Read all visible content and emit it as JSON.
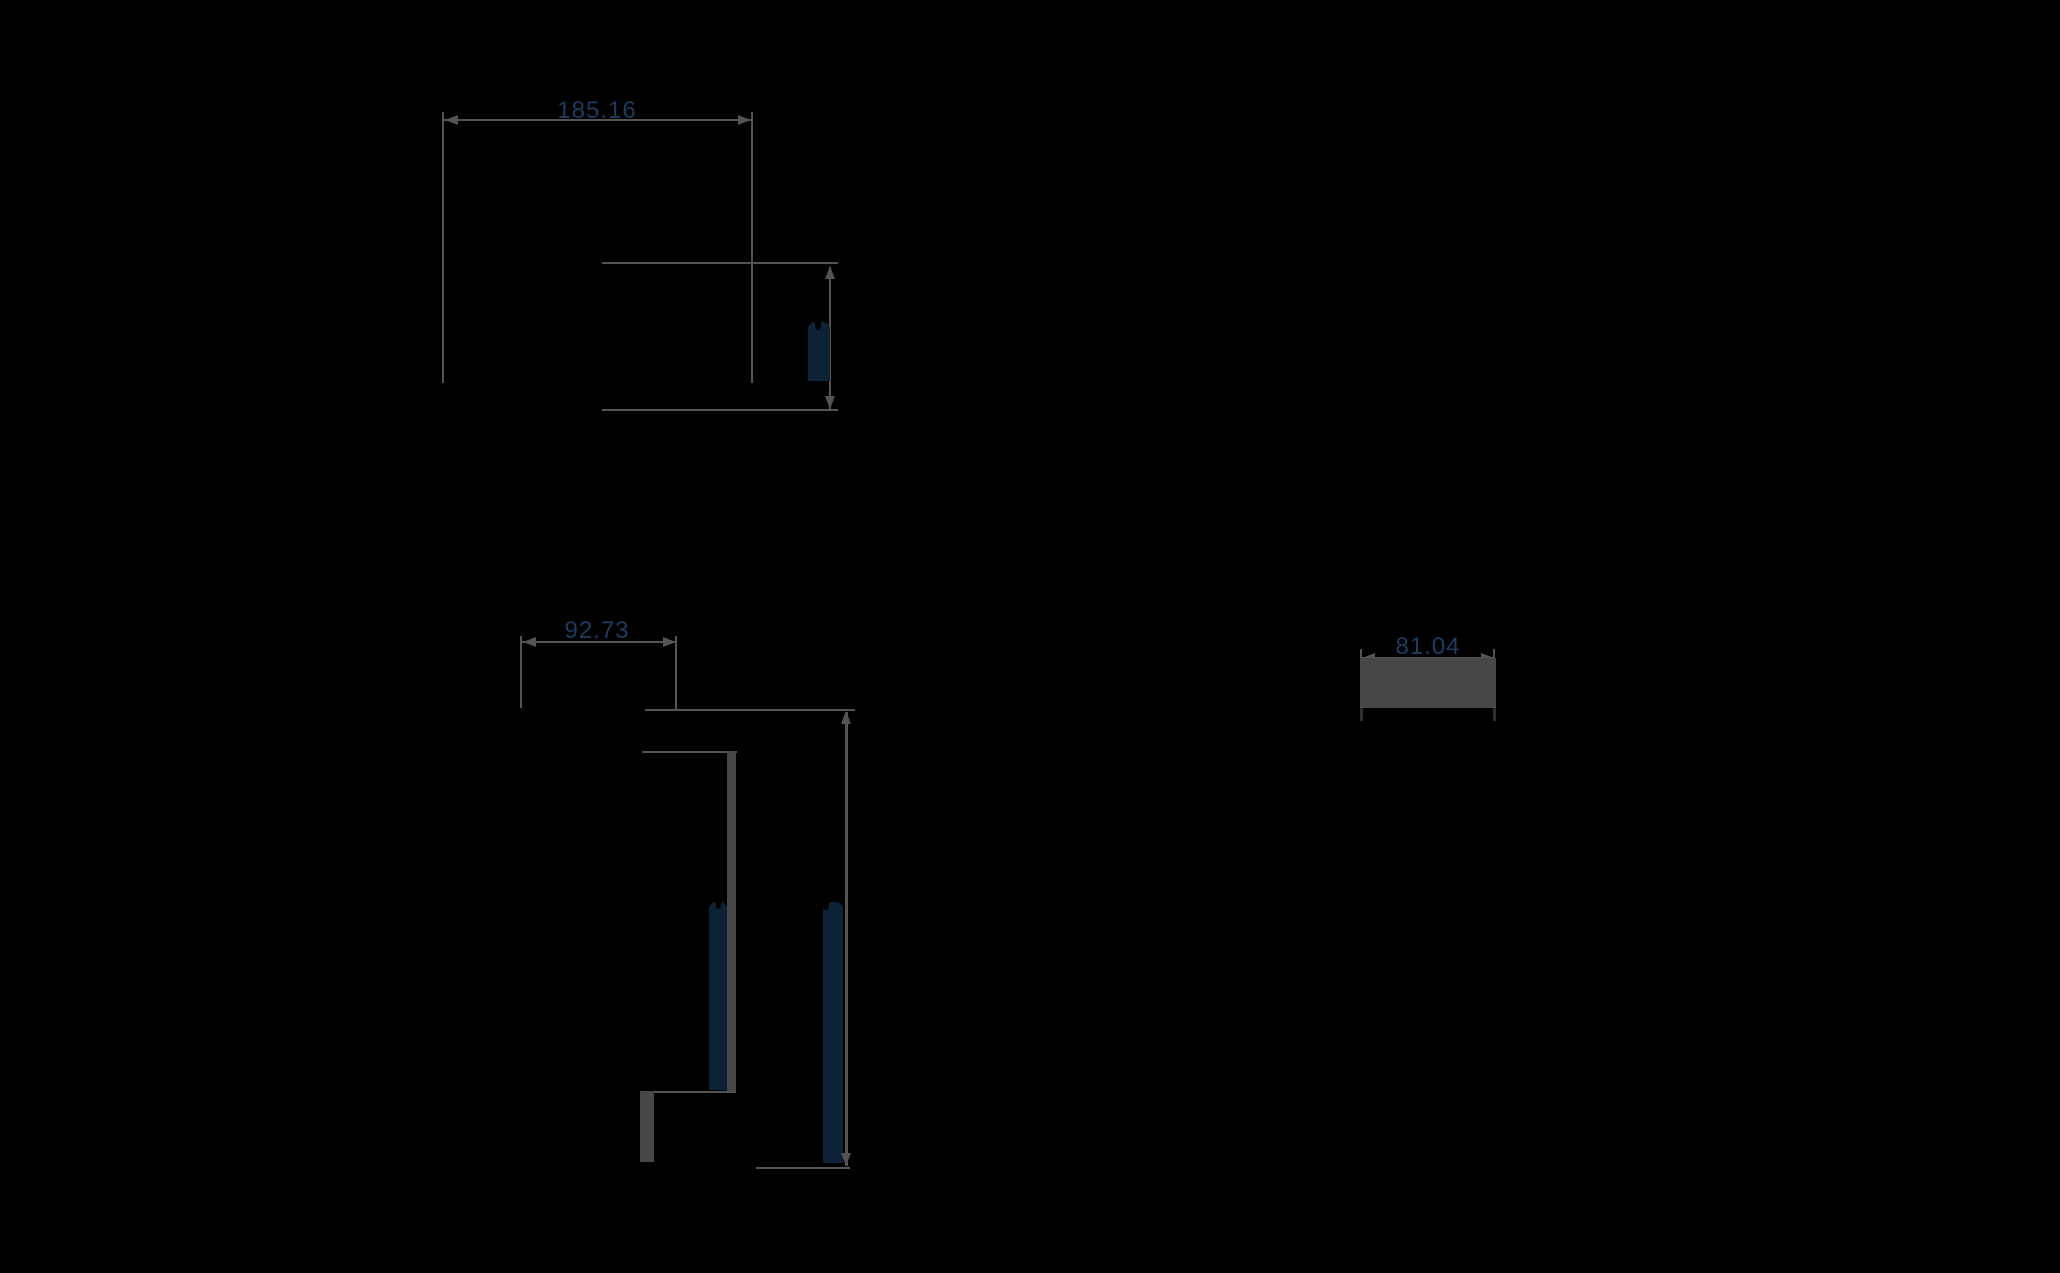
{
  "page": {
    "type": "cad-technical-drawing",
    "background": "#000000"
  },
  "colors": {
    "dimension_text": "#1c3c61",
    "line": "#545454",
    "solid_section_fill": "#474747",
    "seal_fill": "#0d2236"
  },
  "views": {
    "top": {
      "width_dimension": "185.16"
    },
    "front": {
      "width_dimension": "92.73"
    },
    "side": {
      "width_dimension": "81.04"
    }
  }
}
